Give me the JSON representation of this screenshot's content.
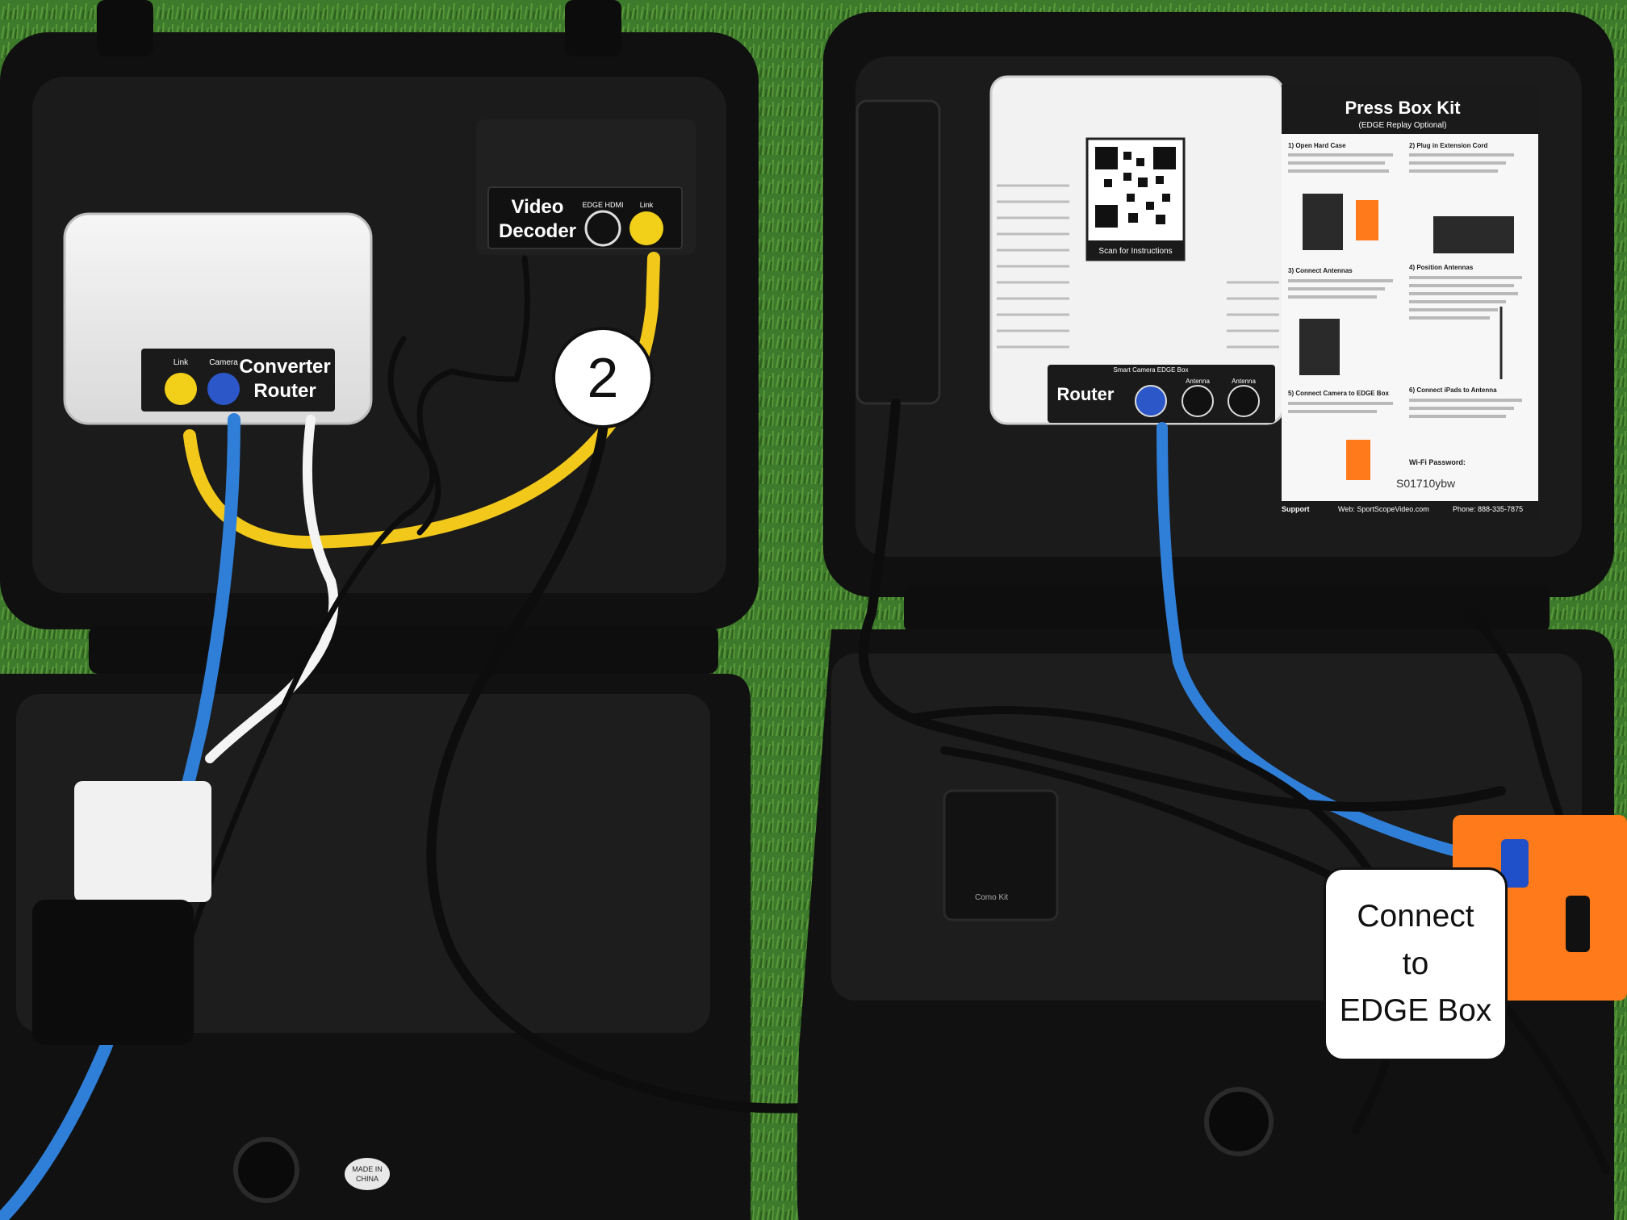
{
  "callouts": {
    "step_number": "2",
    "connect_note": [
      "Connect",
      "to",
      "EDGE Box"
    ]
  },
  "left_case": {
    "converter_router": {
      "title_line1": "Converter",
      "title_line2": "Router",
      "port_labels": [
        "Link",
        "Camera"
      ],
      "port_colors": [
        "#f2d019",
        "#2c57c9"
      ]
    },
    "video_decoder": {
      "title_line1": "Video",
      "title_line2": "Decoder",
      "port_labels": [
        "EDGE HDMI",
        "Link"
      ],
      "port_colors": [
        "#111111",
        "#f2d019"
      ]
    },
    "made_in_label": [
      "MADE IN",
      "CHINA"
    ]
  },
  "right_case": {
    "router": {
      "title": "Router",
      "port_labels": [
        "Smart Camera EDGE Box",
        "Antenna",
        "Antenna"
      ],
      "port_colors": [
        "#2c57c9",
        "#111111",
        "#111111"
      ],
      "qr_caption": "Scan for Instructions"
    },
    "kit_card": {
      "title": "Press Box Kit",
      "subtitle": "(EDGE Replay Optional)",
      "steps": [
        "1) Open Hard Case",
        "2) Plug in Extension Cord",
        "3) Connect Antennas",
        "4) Position Antennas",
        "5) Connect Camera to EDGE Box",
        "6) Connect iPads to Antenna"
      ],
      "wifi_password_label": "Wi-Fi Password:",
      "wifi_password": "S01710ybw",
      "support_label": "Support",
      "web": "Web: SportScopeVideo.com",
      "phone": "Phone: 888-335-7875"
    },
    "power_brick_label": "Como Kit"
  },
  "colors": {
    "grass": "#3f7a2a",
    "case_black": "#141414",
    "cable_blue": "#2f7fd8",
    "cable_yellow": "#f2c81b",
    "edge_box_orange": "#ff7a1a"
  }
}
